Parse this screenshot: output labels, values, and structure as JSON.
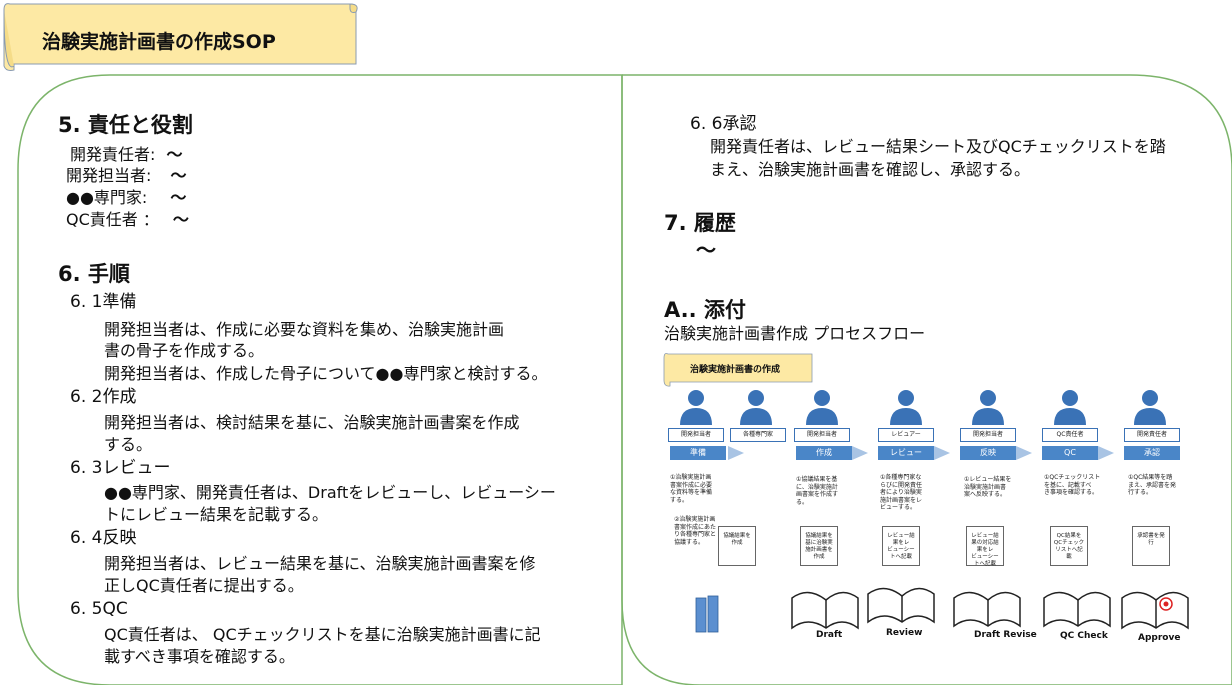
{
  "header": {
    "title": "治験実施計画書の作成SOP"
  },
  "section5": {
    "heading": "5. 責任と役割",
    "roles": [
      {
        "label": "開発責任者: ",
        "value": "〜"
      },
      {
        "label": "開発担当者: ",
        "value": "〜"
      },
      {
        "label": "●●専門家: ",
        "value": "〜"
      },
      {
        "label": "QC責任者 ：",
        "value": "〜"
      }
    ]
  },
  "section6": {
    "heading": "6. 手順",
    "s61": {
      "title": "6. 1準備",
      "lines": [
        "開発担当者は、作成に必要な資料を集め、治験実施計画",
        "書の骨子を作成する。",
        "開発担当者は、作成した骨子について●●専門家と検討する。"
      ]
    },
    "s62": {
      "title": "6. 2作成",
      "lines": [
        "開発担当者は、検討結果を基に、治験実施計画書案を作成",
        "する。"
      ]
    },
    "s63": {
      "title": "6. 3レビュー",
      "lines": [
        "●●専門家、開発責任者は、Draftをレビューし、レビューシー",
        "トにレビュー結果を記載する。"
      ]
    },
    "s64": {
      "title": "6. 4反映",
      "lines": [
        "開発担当者は、レビュー結果を基に、治験実施計画書案を修",
        "正しQC責任者に提出する。"
      ]
    },
    "s65": {
      "title": "6. 5QC",
      "lines": [
        "QC責任者は、 QCチェックリストを基に治験実施計画書に記",
        "載すべき事項を確認する。"
      ]
    },
    "s66": {
      "title": "6. 6承認",
      "lines": [
        "開発責任者は、レビュー結果シート及びQCチェックリストを踏",
        "まえ、治験実施計画書を確認し、承認する。"
      ]
    }
  },
  "section7": {
    "heading": "7. 履歴",
    "body": "〜"
  },
  "appendix": {
    "heading": "A.. 添付",
    "subtitle": "治験実施計画書作成 プロセスフロー",
    "flow": {
      "title": "治験実施計画書の作成",
      "roles": [
        "開発担当者",
        "各種専門家",
        "開発担当者",
        "レビュアー",
        "開発担当者",
        "QC責任者",
        "開発責任者"
      ],
      "steps": [
        "準備",
        "作成",
        "レビュー",
        "反映",
        "QC",
        "承認"
      ],
      "notes": [
        "①治験実施計画\n書案作成に必要\nな資料等を準備\nする。",
        "①協議結果を基\nに、治験実施計\n画書案を作成す\nる。",
        "①各種専門家な\nらびに開発責任\n者により治験実\n施計画書案をレ\nビューする。",
        "①レビュー結果を\n治験実施計画書\n案へ反映する。",
        "①QCチェックリスト\nを基に、記載すべ\nき事項を確認する。",
        "①QC結果等を踏\nまえ、承認書を発\n行する。",
        "②治験実施計画\n書案作成にあた\nり各種専門家と\n協議する。"
      ],
      "docs": [
        "協議結果を\n作成",
        "協議結果を\n基に治験実\n施計画書を\n作成",
        "レビュー結\n果をレ\nビューシー\nトへ記載",
        "レビュー結\n果の対応結\n果をレ\nビューシー\nトへ記載",
        "QC結果を\nQCチェック\nリストへ記\n載",
        "承認書を発\n行"
      ],
      "books": [
        "Draft",
        "Review",
        "Draft Revise",
        "QC Check",
        "Approve"
      ]
    }
  },
  "colors": {
    "banner": "#fde9a4",
    "frame": "#7cb46a",
    "accent": "#3a72b6",
    "step": "#4a86c8"
  }
}
